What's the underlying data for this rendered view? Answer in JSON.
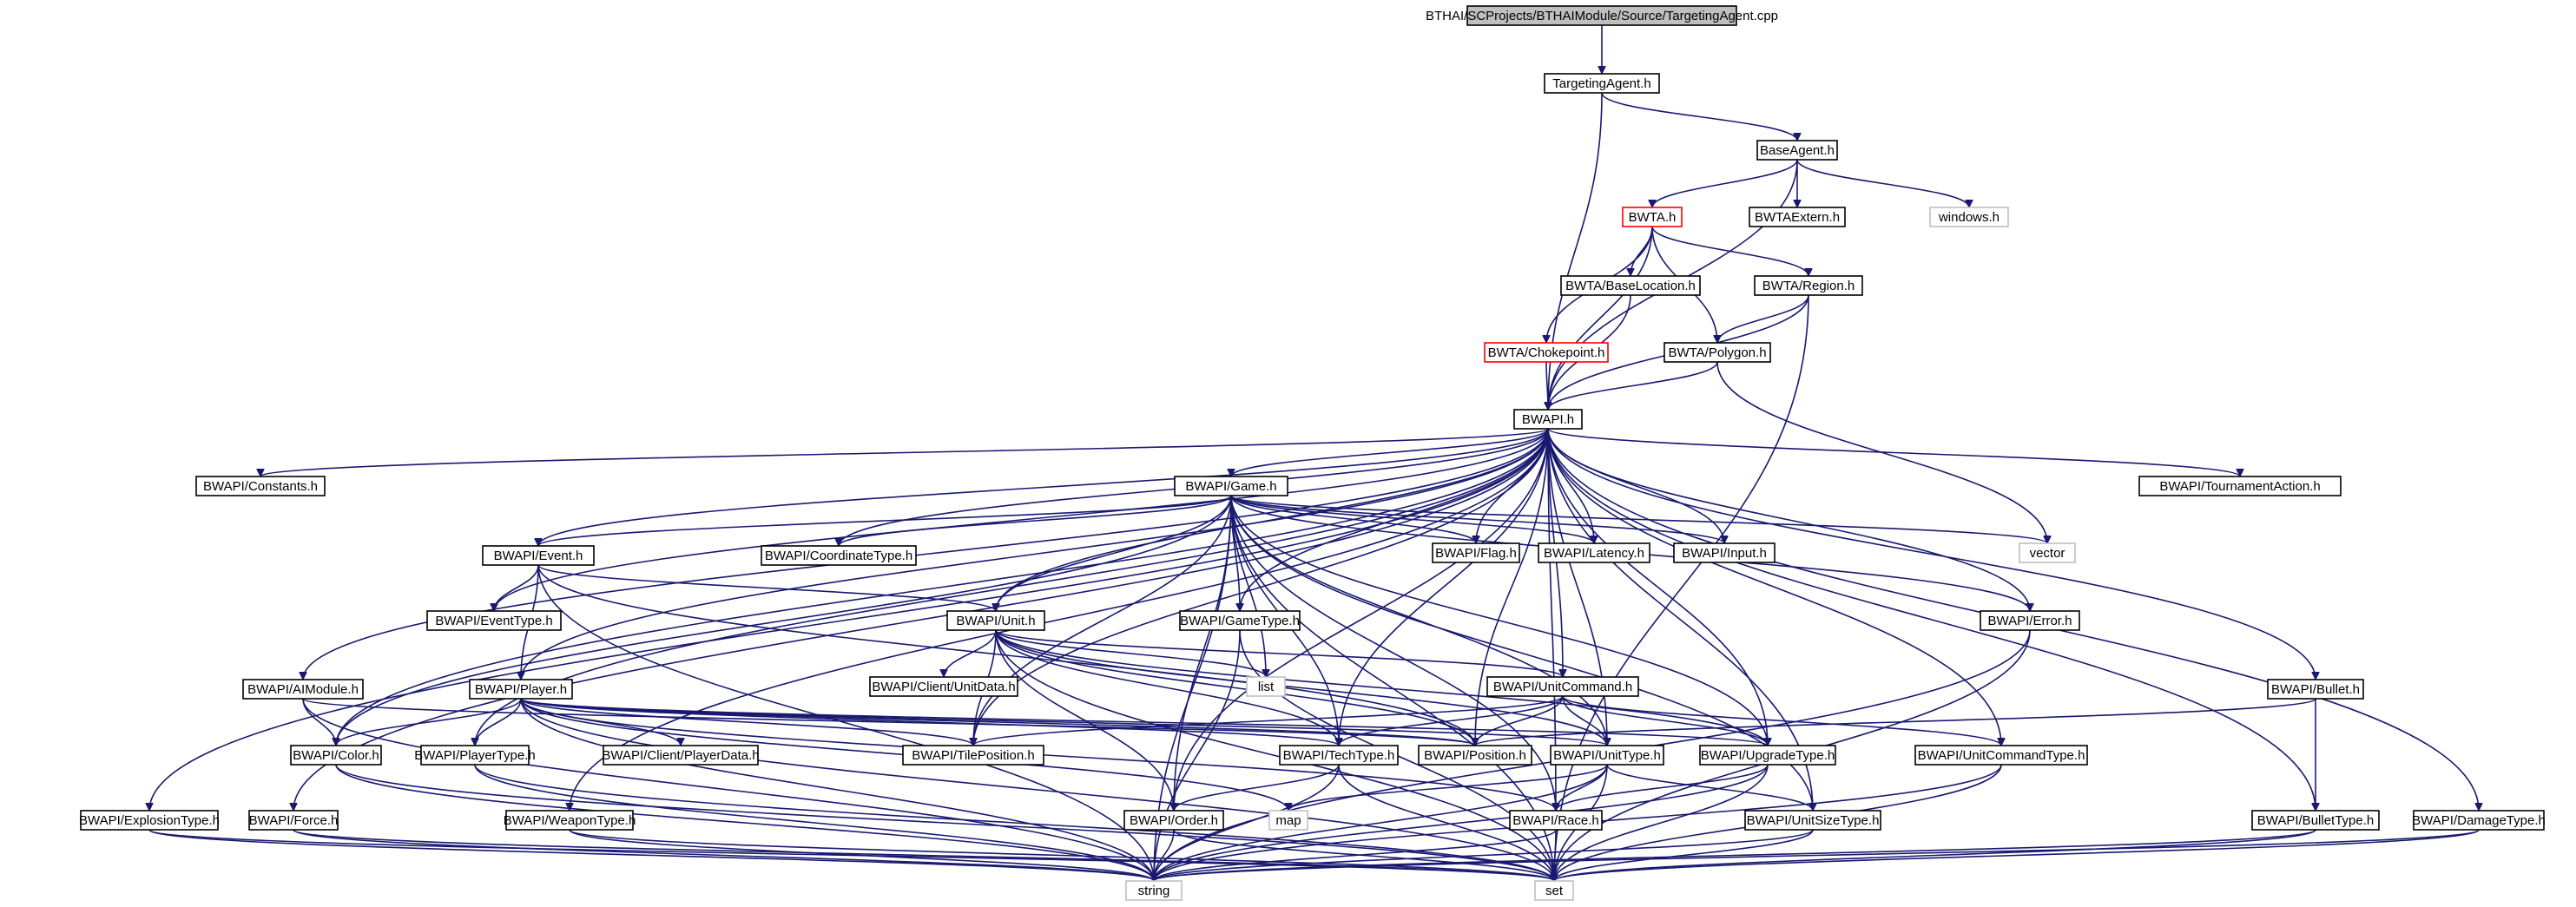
{
  "graph": {
    "edge_color": "#191970",
    "nodes": [
      {
        "id": "root",
        "label": "BTHAI/SCProjects/BTHAIModule/Source/TargetingAgent.cpp",
        "style": "root"
      },
      {
        "id": "targetingagent",
        "label": "TargetingAgent.h",
        "style": "normal"
      },
      {
        "id": "baseagent",
        "label": "BaseAgent.h",
        "style": "normal"
      },
      {
        "id": "bwta",
        "label": "BWTA.h",
        "style": "truncated"
      },
      {
        "id": "bwtaextern",
        "label": "BWTAExtern.h",
        "style": "normal"
      },
      {
        "id": "windows",
        "label": "windows.h",
        "style": "external"
      },
      {
        "id": "baselocation",
        "label": "BWTA/BaseLocation.h",
        "style": "normal"
      },
      {
        "id": "region",
        "label": "BWTA/Region.h",
        "style": "normal"
      },
      {
        "id": "chokepoint",
        "label": "BWTA/Chokepoint.h",
        "style": "truncated"
      },
      {
        "id": "polygon",
        "label": "BWTA/Polygon.h",
        "style": "normal"
      },
      {
        "id": "bwapi",
        "label": "BWAPI.h",
        "style": "normal"
      },
      {
        "id": "constants",
        "label": "BWAPI/Constants.h",
        "style": "normal"
      },
      {
        "id": "game",
        "label": "BWAPI/Game.h",
        "style": "normal"
      },
      {
        "id": "tournament",
        "label": "BWAPI/TournamentAction.h",
        "style": "normal"
      },
      {
        "id": "event",
        "label": "BWAPI/Event.h",
        "style": "normal"
      },
      {
        "id": "coordtype",
        "label": "BWAPI/CoordinateType.h",
        "style": "normal"
      },
      {
        "id": "flag",
        "label": "BWAPI/Flag.h",
        "style": "normal"
      },
      {
        "id": "latency",
        "label": "BWAPI/Latency.h",
        "style": "normal"
      },
      {
        "id": "input",
        "label": "BWAPI/Input.h",
        "style": "normal"
      },
      {
        "id": "vector",
        "label": "vector",
        "style": "external"
      },
      {
        "id": "eventtype",
        "label": "BWAPI/EventType.h",
        "style": "normal"
      },
      {
        "id": "unit",
        "label": "BWAPI/Unit.h",
        "style": "normal"
      },
      {
        "id": "gametype",
        "label": "BWAPI/GameType.h",
        "style": "normal"
      },
      {
        "id": "error",
        "label": "BWAPI/Error.h",
        "style": "normal"
      },
      {
        "id": "list",
        "label": "list",
        "style": "external"
      },
      {
        "id": "clientunitdata",
        "label": "BWAPI/Client/UnitData.h",
        "style": "normal"
      },
      {
        "id": "unitcommand",
        "label": "BWAPI/UnitCommand.h",
        "style": "normal"
      },
      {
        "id": "aimodule",
        "label": "BWAPI/AIModule.h",
        "style": "normal"
      },
      {
        "id": "player",
        "label": "BWAPI/Player.h",
        "style": "normal"
      },
      {
        "id": "bullet",
        "label": "BWAPI/Bullet.h",
        "style": "normal"
      },
      {
        "id": "color",
        "label": "BWAPI/Color.h",
        "style": "normal"
      },
      {
        "id": "playertype",
        "label": "BWAPI/PlayerType.h",
        "style": "normal"
      },
      {
        "id": "clientplayerdata",
        "label": "BWAPI/Client/PlayerData.h",
        "style": "normal"
      },
      {
        "id": "tileposition",
        "label": "BWAPI/TilePosition.h",
        "style": "normal"
      },
      {
        "id": "techtype",
        "label": "BWAPI/TechType.h",
        "style": "normal"
      },
      {
        "id": "position",
        "label": "BWAPI/Position.h",
        "style": "normal"
      },
      {
        "id": "unittype",
        "label": "BWAPI/UnitType.h",
        "style": "normal"
      },
      {
        "id": "upgradetype",
        "label": "BWAPI/UpgradeType.h",
        "style": "normal"
      },
      {
        "id": "unitcommandtype",
        "label": "BWAPI/UnitCommandType.h",
        "style": "normal"
      },
      {
        "id": "explosiontype",
        "label": "BWAPI/ExplosionType.h",
        "style": "normal"
      },
      {
        "id": "force",
        "label": "BWAPI/Force.h",
        "style": "normal"
      },
      {
        "id": "weapontype",
        "label": "BWAPI/WeaponType.h",
        "style": "normal"
      },
      {
        "id": "map",
        "label": "map",
        "style": "external"
      },
      {
        "id": "order",
        "label": "BWAPI/Order.h",
        "style": "normal"
      },
      {
        "id": "race",
        "label": "BWAPI/Race.h",
        "style": "normal"
      },
      {
        "id": "unitsizetype",
        "label": "BWAPI/UnitSizeType.h",
        "style": "normal"
      },
      {
        "id": "bullettype",
        "label": "BWAPI/BulletType.h",
        "style": "normal"
      },
      {
        "id": "damagetype",
        "label": "BWAPI/DamageType.h",
        "style": "normal"
      },
      {
        "id": "string",
        "label": "string",
        "style": "external"
      },
      {
        "id": "set",
        "label": "set",
        "style": "external"
      }
    ],
    "edges": [
      [
        "root",
        "targetingagent"
      ],
      [
        "targetingagent",
        "baseagent"
      ],
      [
        "targetingagent",
        "bwapi"
      ],
      [
        "baseagent",
        "bwta"
      ],
      [
        "baseagent",
        "bwtaextern"
      ],
      [
        "baseagent",
        "windows"
      ],
      [
        "baseagent",
        "bwapi"
      ],
      [
        "bwta",
        "baselocation"
      ],
      [
        "bwta",
        "region"
      ],
      [
        "bwta",
        "chokepoint"
      ],
      [
        "bwta",
        "polygon"
      ],
      [
        "bwta",
        "bwapi"
      ],
      [
        "baselocation",
        "bwapi"
      ],
      [
        "region",
        "polygon"
      ],
      [
        "region",
        "bwapi"
      ],
      [
        "region",
        "set"
      ],
      [
        "chokepoint",
        "bwapi"
      ],
      [
        "polygon",
        "bwapi"
      ],
      [
        "polygon",
        "vector"
      ],
      [
        "bwapi",
        "constants"
      ],
      [
        "bwapi",
        "game"
      ],
      [
        "bwapi",
        "tournament"
      ],
      [
        "bwapi",
        "event"
      ],
      [
        "bwapi",
        "eventtype"
      ],
      [
        "bwapi",
        "unit"
      ],
      [
        "bwapi",
        "gametype"
      ],
      [
        "bwapi",
        "error"
      ],
      [
        "bwapi",
        "unitcommand"
      ],
      [
        "bwapi",
        "aimodule"
      ],
      [
        "bwapi",
        "player"
      ],
      [
        "bwapi",
        "bullet"
      ],
      [
        "bwapi",
        "color"
      ],
      [
        "bwapi",
        "playertype"
      ],
      [
        "bwapi",
        "tileposition"
      ],
      [
        "bwapi",
        "techtype"
      ],
      [
        "bwapi",
        "position"
      ],
      [
        "bwapi",
        "unittype"
      ],
      [
        "bwapi",
        "upgradetype"
      ],
      [
        "bwapi",
        "unitcommandtype"
      ],
      [
        "bwapi",
        "explosiontype"
      ],
      [
        "bwapi",
        "force"
      ],
      [
        "bwapi",
        "weapontype"
      ],
      [
        "bwapi",
        "order"
      ],
      [
        "bwapi",
        "race"
      ],
      [
        "bwapi",
        "unitsizetype"
      ],
      [
        "bwapi",
        "bullettype"
      ],
      [
        "bwapi",
        "damagetype"
      ],
      [
        "bwapi",
        "flag"
      ],
      [
        "bwapi",
        "latency"
      ],
      [
        "bwapi",
        "input"
      ],
      [
        "bwapi",
        "coordtype"
      ],
      [
        "game",
        "event"
      ],
      [
        "game",
        "coordtype"
      ],
      [
        "game",
        "flag"
      ],
      [
        "game",
        "latency"
      ],
      [
        "game",
        "input"
      ],
      [
        "game",
        "vector"
      ],
      [
        "game",
        "unit"
      ],
      [
        "game",
        "gametype"
      ],
      [
        "game",
        "error"
      ],
      [
        "game",
        "list"
      ],
      [
        "game",
        "color"
      ],
      [
        "game",
        "tileposition"
      ],
      [
        "game",
        "techtype"
      ],
      [
        "game",
        "unittype"
      ],
      [
        "game",
        "upgradetype"
      ],
      [
        "game",
        "order"
      ],
      [
        "game",
        "race"
      ],
      [
        "game",
        "unitsizetype"
      ],
      [
        "game",
        "string"
      ],
      [
        "game",
        "set"
      ],
      [
        "event",
        "eventtype"
      ],
      [
        "event",
        "unit"
      ],
      [
        "event",
        "player"
      ],
      [
        "event",
        "position"
      ],
      [
        "event",
        "string"
      ],
      [
        "unit",
        "clientunitdata"
      ],
      [
        "unit",
        "unitcommand"
      ],
      [
        "unit",
        "tileposition"
      ],
      [
        "unit",
        "techtype"
      ],
      [
        "unit",
        "position"
      ],
      [
        "unit",
        "unittype"
      ],
      [
        "unit",
        "upgradetype"
      ],
      [
        "unit",
        "order"
      ],
      [
        "unit",
        "list"
      ],
      [
        "unit",
        "set"
      ],
      [
        "gametype",
        "string"
      ],
      [
        "gametype",
        "set"
      ],
      [
        "error",
        "string"
      ],
      [
        "error",
        "set"
      ],
      [
        "unitcommand",
        "tileposition"
      ],
      [
        "unitcommand",
        "techtype"
      ],
      [
        "unitcommand",
        "position"
      ],
      [
        "unitcommand",
        "unittype"
      ],
      [
        "unitcommand",
        "upgradetype"
      ],
      [
        "unitcommand",
        "unitcommandtype"
      ],
      [
        "aimodule",
        "color"
      ],
      [
        "aimodule",
        "position"
      ],
      [
        "aimodule",
        "string"
      ],
      [
        "player",
        "color"
      ],
      [
        "player",
        "playertype"
      ],
      [
        "player",
        "clientplayerdata"
      ],
      [
        "player",
        "tileposition"
      ],
      [
        "player",
        "techtype"
      ],
      [
        "player",
        "position"
      ],
      [
        "player",
        "unittype"
      ],
      [
        "player",
        "upgradetype"
      ],
      [
        "player",
        "race"
      ],
      [
        "player",
        "map"
      ],
      [
        "player",
        "string"
      ],
      [
        "player",
        "set"
      ],
      [
        "bullet",
        "position"
      ],
      [
        "bullet",
        "bullettype"
      ],
      [
        "color",
        "string"
      ],
      [
        "color",
        "set"
      ],
      [
        "playertype",
        "string"
      ],
      [
        "playertype",
        "set"
      ],
      [
        "techtype",
        "order"
      ],
      [
        "techtype",
        "string"
      ],
      [
        "techtype",
        "set"
      ],
      [
        "unittype",
        "map"
      ],
      [
        "unittype",
        "race"
      ],
      [
        "unittype",
        "unitsizetype"
      ],
      [
        "unittype",
        "string"
      ],
      [
        "unittype",
        "set"
      ],
      [
        "upgradetype",
        "race"
      ],
      [
        "upgradetype",
        "string"
      ],
      [
        "upgradetype",
        "set"
      ],
      [
        "unitcommandtype",
        "string"
      ],
      [
        "unitcommandtype",
        "set"
      ],
      [
        "explosiontype",
        "string"
      ],
      [
        "explosiontype",
        "set"
      ],
      [
        "force",
        "string"
      ],
      [
        "force",
        "set"
      ],
      [
        "weapontype",
        "string"
      ],
      [
        "weapontype",
        "set"
      ],
      [
        "order",
        "string"
      ],
      [
        "order",
        "set"
      ],
      [
        "race",
        "string"
      ],
      [
        "race",
        "set"
      ],
      [
        "unitsizetype",
        "string"
      ],
      [
        "unitsizetype",
        "set"
      ],
      [
        "bullettype",
        "string"
      ],
      [
        "bullettype",
        "set"
      ],
      [
        "damagetype",
        "string"
      ],
      [
        "damagetype",
        "set"
      ]
    ]
  }
}
